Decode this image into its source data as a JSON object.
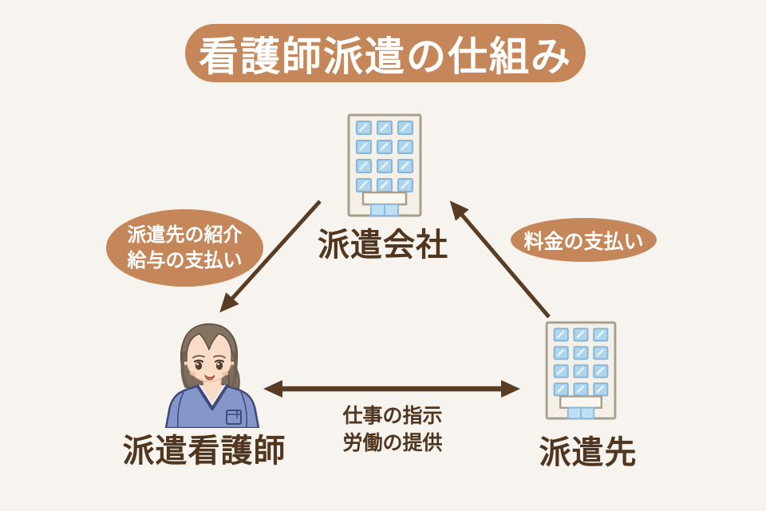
{
  "title": "看護師派遣の仕組み",
  "colors": {
    "bg": "#f7f4f0",
    "accent": "#c5865a",
    "ink": "#50351f",
    "arrow": "#593c24"
  },
  "nodes": {
    "company": {
      "label": "派遣会社",
      "icon": "office-building-icon"
    },
    "nurse": {
      "label": "派遣看護師",
      "icon": "nurse-illustration"
    },
    "client": {
      "label": "派遣先",
      "icon": "office-building-icon"
    }
  },
  "relations": {
    "company_to_nurse": {
      "line1": "派遣先の紹介",
      "line2": "給与の支払い",
      "direction": "company to nurse"
    },
    "client_to_company": {
      "label": "料金の支払い",
      "direction": "client to company"
    },
    "nurse_and_client": {
      "line1": "仕事の指示",
      "line2": "労働の提供",
      "direction": "bidirectional"
    }
  }
}
